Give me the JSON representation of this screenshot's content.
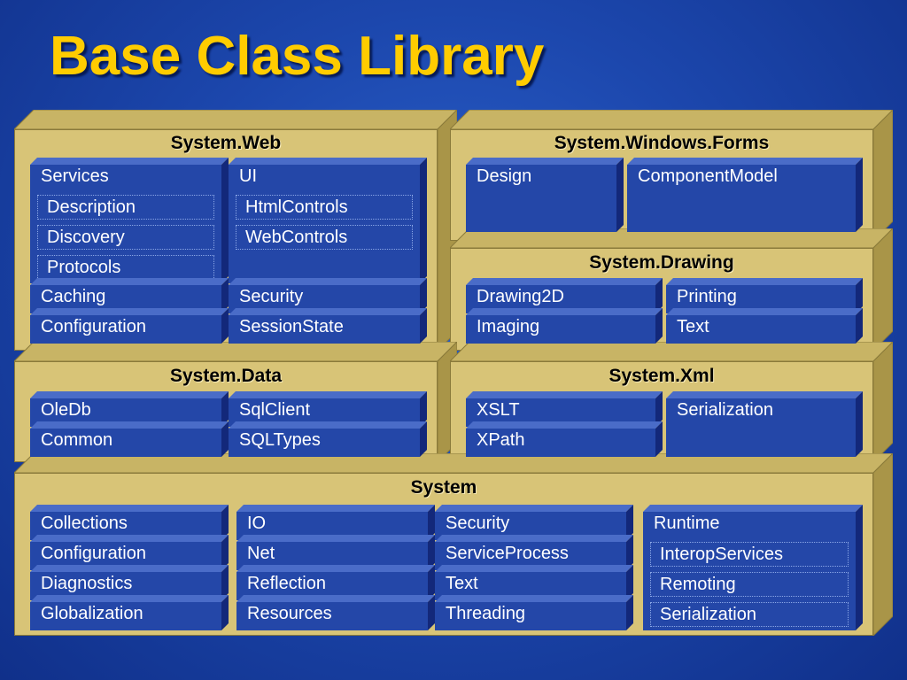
{
  "title": "Base Class Library",
  "panels": {
    "web": {
      "name": "System.Web",
      "services": "Services",
      "services_subs": [
        "Description",
        "Discovery",
        "Protocols"
      ],
      "ui": "UI",
      "ui_subs": [
        "HtmlControls",
        "WebControls"
      ],
      "caching": "Caching",
      "security": "Security",
      "configuration": "Configuration",
      "sessionstate": "SessionState"
    },
    "forms": {
      "name": "System.Windows.Forms",
      "design": "Design",
      "componentmodel": "ComponentModel"
    },
    "drawing": {
      "name": "System.Drawing",
      "drawing2d": "Drawing2D",
      "printing": "Printing",
      "imaging": "Imaging",
      "text": "Text"
    },
    "data": {
      "name": "System.Data",
      "oledb": "OleDb",
      "sqlclient": "SqlClient",
      "common": "Common",
      "sqltypes": "SQLTypes"
    },
    "xml": {
      "name": "System.Xml",
      "xslt": "XSLT",
      "serialization": "Serialization",
      "xpath": "XPath"
    },
    "system": {
      "name": "System",
      "col1": [
        "Collections",
        "Configuration",
        "Diagnostics",
        "Globalization"
      ],
      "col2": [
        "IO",
        "Net",
        "Reflection",
        "Resources"
      ],
      "col3": [
        "Security",
        "ServiceProcess",
        "Text",
        "Threading"
      ],
      "runtime": "Runtime",
      "runtime_subs": [
        "InteropServices",
        "Remoting",
        "Serialization"
      ]
    }
  },
  "colors": {
    "title": "#ffcc00",
    "panel": "#d8c477",
    "tile": "#2447a8",
    "background": "#1c47ad"
  }
}
